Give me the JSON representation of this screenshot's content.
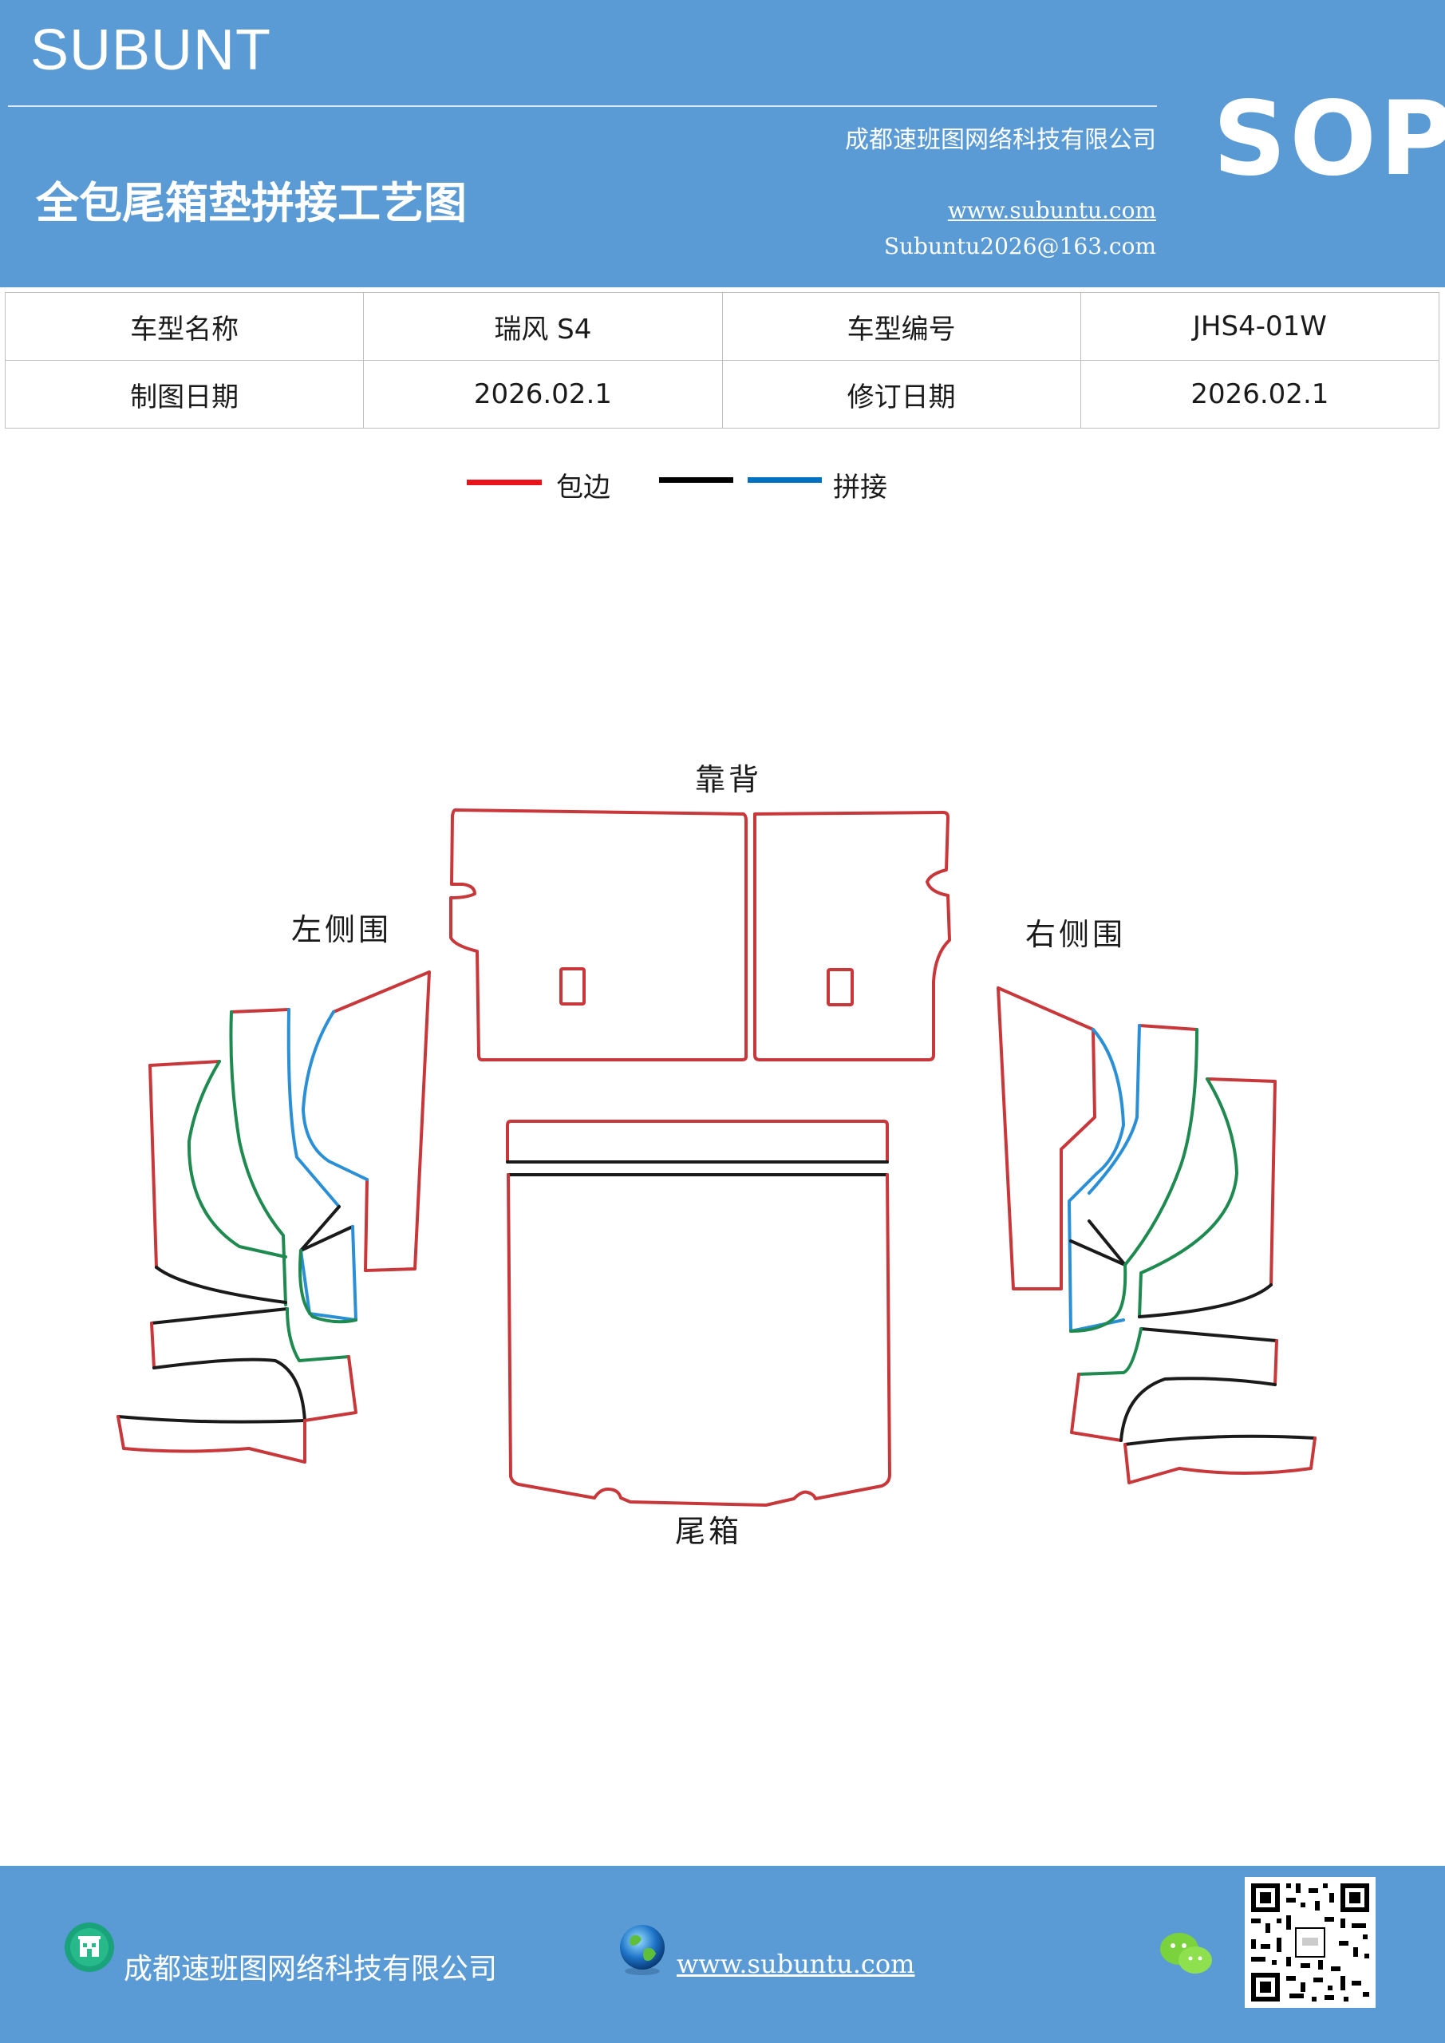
{
  "header": {
    "brand": "SUBUNT",
    "company": "成都速班图网络科技有限公司",
    "title": "全包尾箱垫拼接工艺图",
    "website": "www.subuntu.com",
    "email": "Subuntu2026@163.com",
    "badge": "SOP"
  },
  "info_table": {
    "row1": {
      "label_a": "车型名称",
      "value_a": "瑞风 S4",
      "label_b": "车型编号",
      "value_b": "JHS4-01W"
    },
    "row2": {
      "label_a": "制图日期",
      "value_a": "2026.02.1",
      "label_b": "修订日期",
      "value_b": "2026.02.1"
    }
  },
  "legend": {
    "items": [
      {
        "label": "包边",
        "color": "#e8131b"
      },
      {
        "label": "",
        "color": "#000000"
      },
      {
        "label": "拼接",
        "color": "#0070c0"
      }
    ]
  },
  "drawing": {
    "labels": {
      "back": "靠背",
      "left_side": "左侧围",
      "right_side": "右侧围",
      "trunk": "尾箱"
    },
    "colors": {
      "edge": "#c8383b",
      "seam_black": "#1a1a1a",
      "seam_blue": "#2b8fd6",
      "seam_green": "#1e8a4f"
    }
  },
  "footer": {
    "company": "成都速班图网络科技有限公司",
    "website": "www.subuntu.com",
    "icons": [
      "building-icon",
      "globe-icon",
      "wechat-icon",
      "qr-code"
    ]
  }
}
